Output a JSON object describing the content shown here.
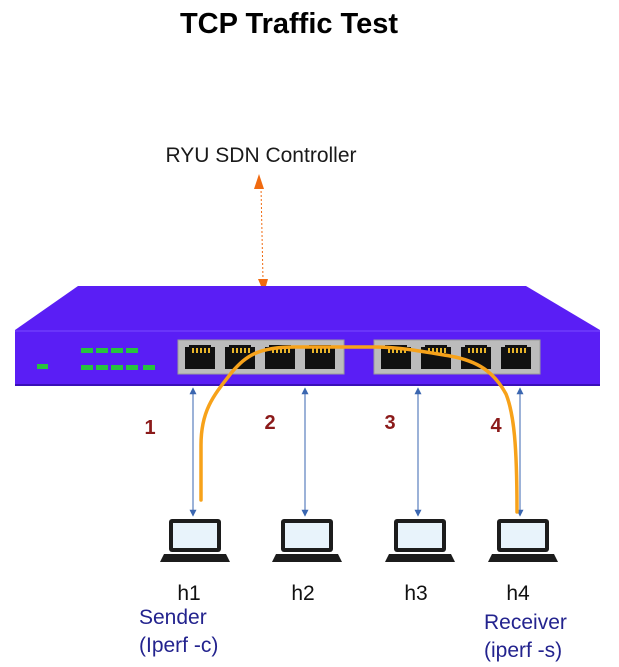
{
  "title": "TCP Traffic Test",
  "controller": {
    "label": "RYU SDN Controller"
  },
  "colors": {
    "switch_body": "#5a1ef5",
    "traffic_path": "#f7a21a",
    "controller_arrow": "#f06a10",
    "link_arrow": "#3a66b0",
    "port_number": "#8b1a1a",
    "role_text": "#23238e"
  },
  "links": [
    {
      "number": "1"
    },
    {
      "number": "2"
    },
    {
      "number": "3"
    },
    {
      "number": "4"
    }
  ],
  "hosts": [
    {
      "name": "h1",
      "role": "Sender",
      "command": "(Iperf -c)",
      "icon": "laptop-icon"
    },
    {
      "name": "h2",
      "role": "",
      "command": "",
      "icon": "laptop-icon"
    },
    {
      "name": "h3",
      "role": "",
      "command": "",
      "icon": "laptop-icon"
    },
    {
      "name": "h4",
      "role": "Receiver",
      "command": "(iperf -s)",
      "icon": "laptop-icon"
    }
  ]
}
